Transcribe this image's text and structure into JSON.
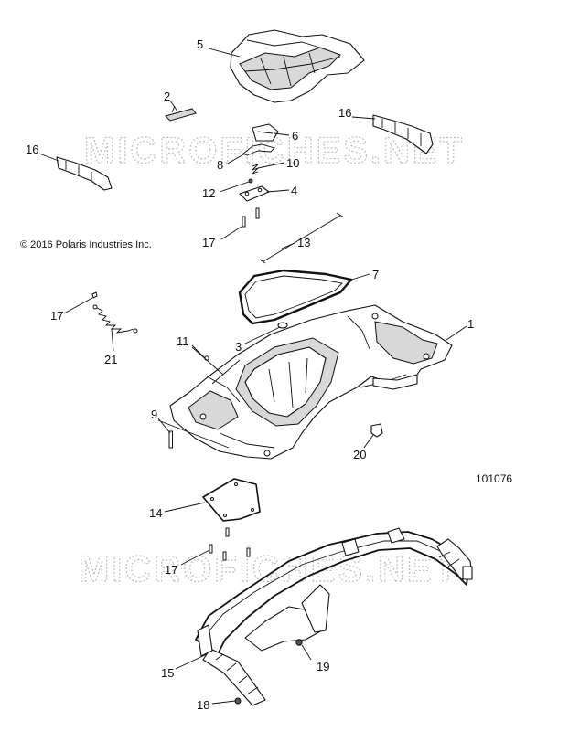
{
  "copyright": "© 2016 Polaris Industries Inc.",
  "diagram_number": "101076",
  "watermark": "MICROFICHES.NET",
  "callouts": {
    "c1": "1",
    "c2": "2",
    "c3": "3",
    "c4": "4",
    "c5": "5",
    "c6": "6",
    "c7": "7",
    "c8": "8",
    "c9": "9",
    "c10": "10",
    "c11": "11",
    "c12": "12",
    "c13": "13",
    "c14": "14",
    "c15": "15",
    "c16a": "16",
    "c16b": "16",
    "c17a": "17",
    "c17b": "17",
    "c17c": "17",
    "c18": "18",
    "c19": "19",
    "c20": "20",
    "c21": "21"
  },
  "colors": {
    "line": "#111111",
    "watermark": "#bdbdbd",
    "fill": "#d8d8d8"
  }
}
